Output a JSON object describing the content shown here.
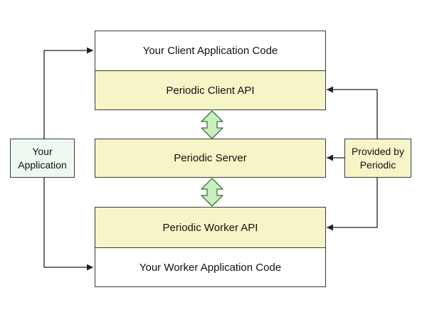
{
  "diagram": {
    "client_code": "Your Client Application Code",
    "client_api": "Periodic Client API",
    "server": "Periodic Server",
    "worker_api": "Periodic Worker API",
    "worker_code": "Your Worker Application Code",
    "your_application": [
      "Your",
      "Application"
    ],
    "provided_by": [
      "Provided by",
      "Periodic"
    ]
  },
  "colors": {
    "provided_fill": "#f6f5c8",
    "application_fill": "#ffffff",
    "side_label_fill": "#eef7f0",
    "double_arrow_fill": "#c9efbd",
    "double_arrow_stroke": "#3f6f3f",
    "line": "#222222"
  }
}
